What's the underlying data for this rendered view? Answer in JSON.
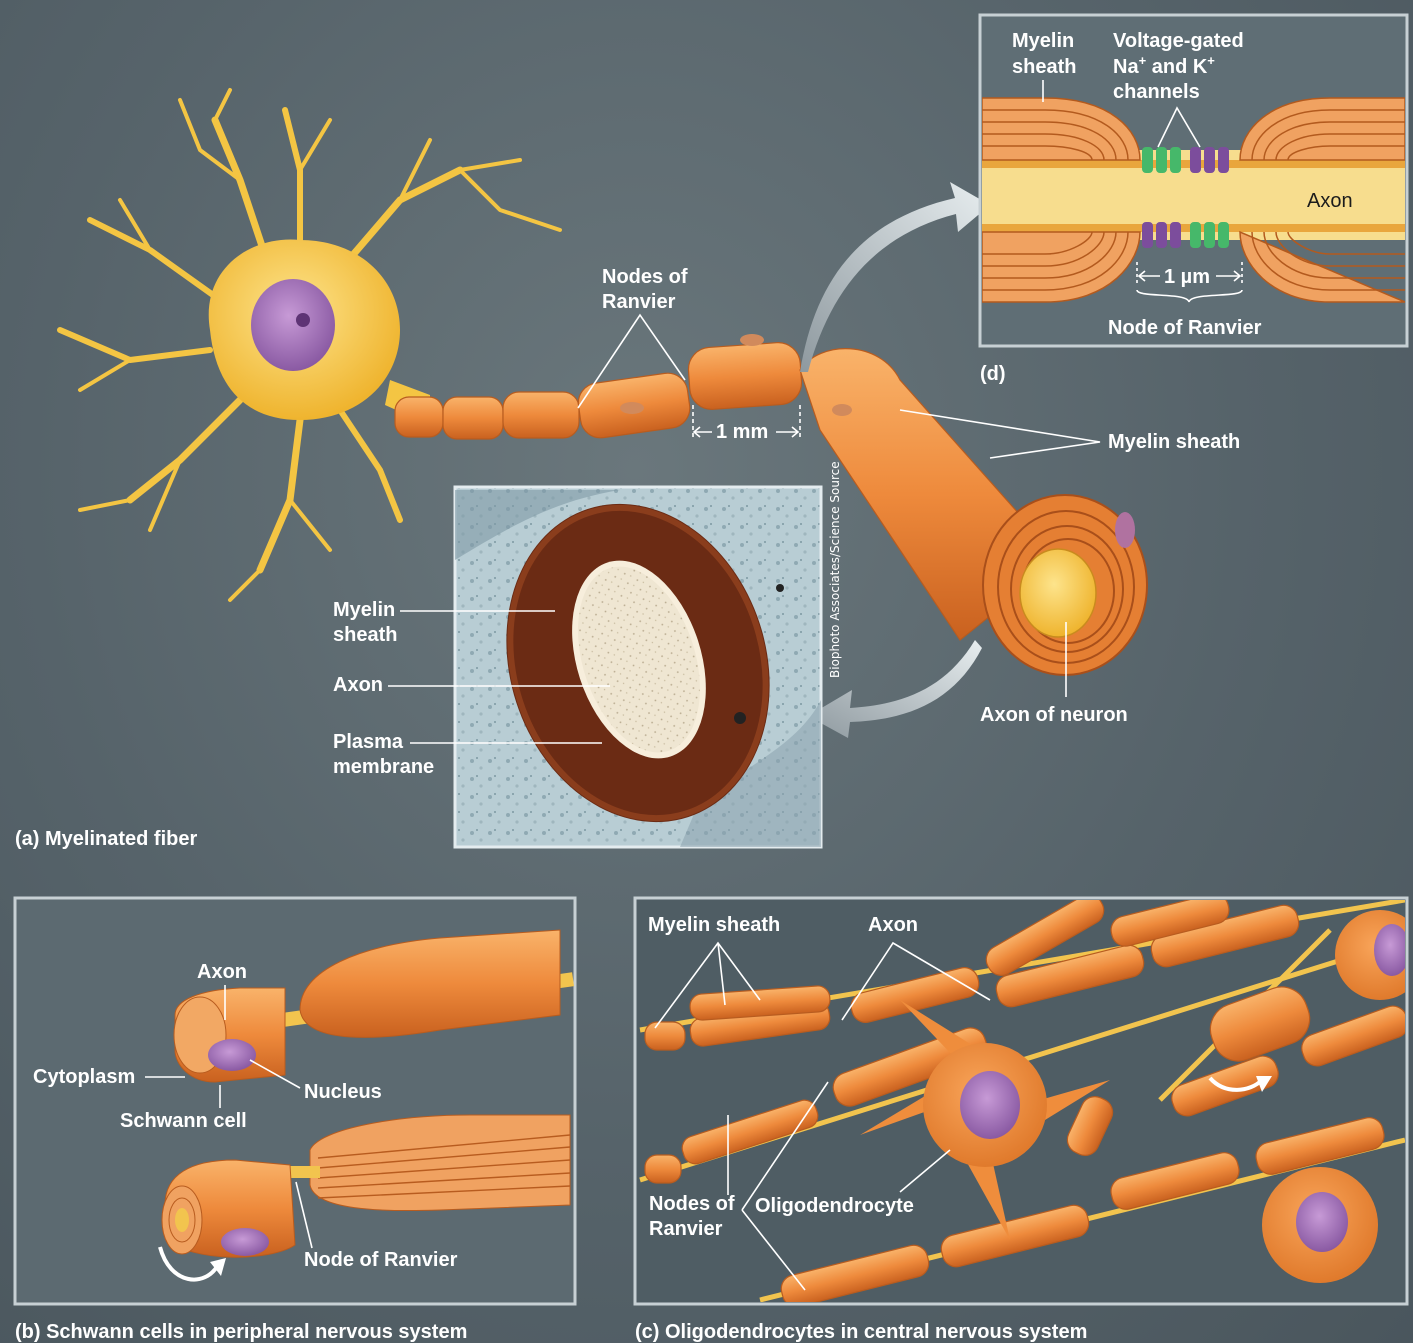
{
  "figure_labels": {
    "panel_a": "(a)  Myelinated fiber",
    "panel_b": "(b)  Schwann cells in peripheral nervous system",
    "panel_c": "(c)  Oligodendrocytes in central nervous system",
    "panel_d": "(d)"
  },
  "panel_a": {
    "nodes_of_ranvier": [
      "Nodes of",
      "Ranvier"
    ],
    "scale": "1 mm",
    "myelin_sheath": "Myelin sheath",
    "axon_of_neuron": "Axon of neuron",
    "micrograph": {
      "myelin_sheath": [
        "Myelin",
        "sheath"
      ],
      "axon": "Axon",
      "plasma_membrane": [
        "Plasma",
        "membrane"
      ],
      "credit": "Biophoto Associates/Science Source"
    }
  },
  "panel_d": {
    "myelin_sheath": [
      "Myelin",
      "sheath"
    ],
    "channels": [
      "Voltage-gated",
      "Na",
      "+",
      " and K",
      "+",
      "channels"
    ],
    "axon": "Axon",
    "scale": "1 µm",
    "node_of_ranvier": "Node of Ranvier"
  },
  "panel_b": {
    "axon": "Axon",
    "cytoplasm": "Cytoplasm",
    "nucleus": "Nucleus",
    "schwann_cell": "Schwann cell",
    "node_of_ranvier": "Node of Ranvier"
  },
  "panel_c": {
    "myelin_sheath": "Myelin sheath",
    "axon": "Axon",
    "nodes_of_ranvier": [
      "Nodes of",
      "Ranvier"
    ],
    "oligodendrocyte": "Oligodendrocyte"
  },
  "colors": {
    "myelin": "#ee8a3c",
    "myelin_light": "#f6ab62",
    "soma": "#f4c543",
    "nucleus": "#9b6fb0",
    "micrograph_sheath": "#6b2b14",
    "panel_border": "#c7d0d4"
  }
}
